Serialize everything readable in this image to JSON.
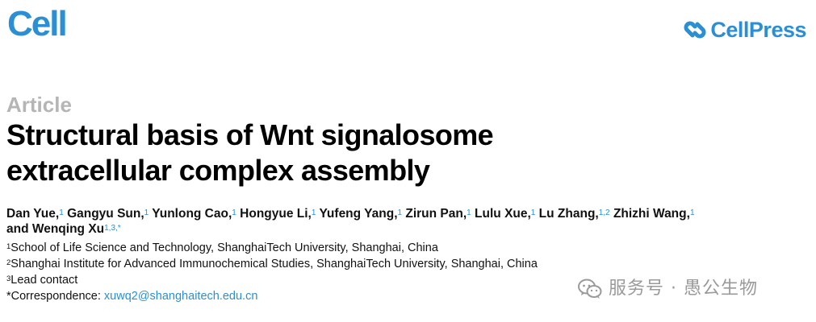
{
  "header": {
    "journal": "Cell",
    "publisher": "CellPress"
  },
  "article": {
    "type": "Article",
    "title_line1": "Structural basis of Wnt signalosome",
    "title_line2": "extracellular complex assembly"
  },
  "authors": [
    {
      "name": "Dan Yue,",
      "aff": "1"
    },
    {
      "name": "Gangyu Sun,",
      "aff": "1"
    },
    {
      "name": "Yunlong Cao,",
      "aff": "1"
    },
    {
      "name": "Hongyue Li,",
      "aff": "1"
    },
    {
      "name": "Yufeng Yang,",
      "aff": "1"
    },
    {
      "name": "Zirun Pan,",
      "aff": "1"
    },
    {
      "name": "Lulu Xue,",
      "aff": "1"
    },
    {
      "name": "Lu Zhang,",
      "aff": "1,2"
    },
    {
      "name": "Zhizhi Wang,",
      "aff": "1"
    },
    {
      "name": "and Wenqing Xu",
      "aff": "1,3,*"
    }
  ],
  "affiliations": [
    {
      "mark": "1",
      "text": "School of Life Science and Technology, ShanghaiTech University, Shanghai, China"
    },
    {
      "mark": "2",
      "text": "Shanghai Institute for Advanced Immunochemical Studies, ShanghaiTech University, Shanghai, China"
    },
    {
      "mark": "3",
      "text": "Lead contact"
    }
  ],
  "correspondence": {
    "label": "*Correspondence: ",
    "email": "xuwq2@shanghaitech.edu.cn"
  },
  "watermark": {
    "text": "服务号 · 愚公生物"
  },
  "colors": {
    "brand_blue": "#2a8fd4",
    "article_gray": "#b5b5b5",
    "watermark_gray": "#9a9a9a"
  }
}
